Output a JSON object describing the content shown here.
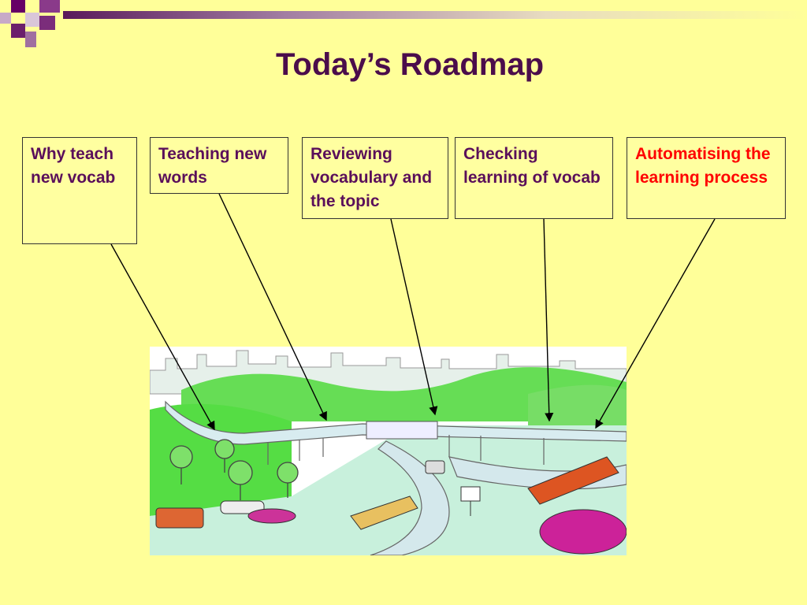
{
  "slide": {
    "title": "Today’s Roadmap"
  },
  "boxes": [
    {
      "text": "Why teach new vocab"
    },
    {
      "text": "Teaching new words"
    },
    {
      "text": "Reviewing vocabulary and the topic"
    },
    {
      "text": "Checking learning of vocab"
    },
    {
      "text": "Automatising the learning process"
    }
  ],
  "colors": {
    "background": "#ffff99",
    "title": "#4b0d4b",
    "box_text": "#5a0f5a",
    "highlight": "#ff0000",
    "accent_purple": "#660066"
  },
  "icons": [
    "corner-squares-decoration",
    "roadmap-illustration"
  ]
}
